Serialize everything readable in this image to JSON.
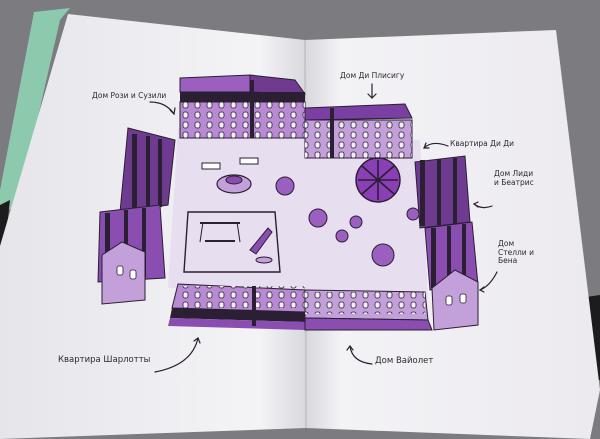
{
  "image": {
    "subject": "open-book-spread",
    "colors": {
      "background": "#7b7b80",
      "page": "#f3f2f5",
      "plan_fill": "#e7def0",
      "building_purple": "#8a4eb0",
      "building_light": "#c9a8dc",
      "building_dark": "#2b1f33",
      "cover_green": "#8cc9ad"
    }
  },
  "labels": {
    "rosie_suzy": "Дом Рози и Сузили",
    "dee_dee_plisig": "Дом Ди Плисигу",
    "dee_dee_flat": "Квартира Ди Ди",
    "judy_beatrice": "Дом Лиди и Беатрис",
    "stella_bena": "Дом Стелли и Бена",
    "charlotte_flat": "Квартира Шарлотты",
    "violet_house": "Дом Вайолет"
  }
}
